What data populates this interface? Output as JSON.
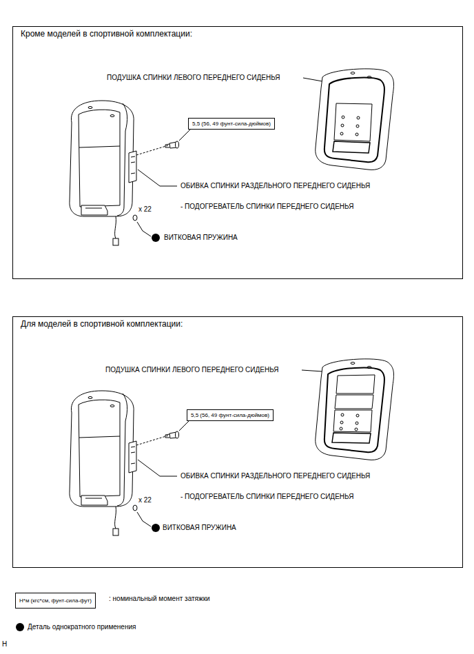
{
  "diagram": {
    "nodes": [
      {
        "text": [
          "Кроме моделей в спортивной комплектации:"
        ]
      },
      {
        "text": [
          "5,5 (56, 49 фунт-сила-дюймов)"
        ],
        "in": 0
      },
      {
        "text": [
          "Для моделей в спортивной комплектации:"
        ]
      },
      {
        "text": [
          "5,5 (56, 49 фунт-сила-дюймов)"
        ],
        "in": 2
      },
      {
        "text": [
          "Н*м (кгс*см, фунт-сила-фут)"
        ]
      }
    ],
    "labels": [
      "ПОДУШКА СПИНКИ ЛЕВОГО ПЕРЕДНЕГО СИДЕНЬЯ",
      "ОБИВКА СПИНКИ РАЗДЕЛЬНОГО ПЕРЕДНЕГО СИДЕНЬЯ",
      "- ПОДОГРЕВАТЕЛЬ СПИНКИ ПЕРЕДНЕГО СИДЕНЬЯ",
      "x 22",
      "ВИТКОВАЯ ПРУЖИНА",
      "ПОДУШКА СПИНКИ ЛЕВОГО ПЕРЕДНЕГО СИДЕНЬЯ",
      "ОБИВКА СПИНКИ РАЗДЕЛЬНОГО ПЕРЕДНЕГО СИДЕНЬЯ",
      "- ПОДОГРЕВАТЕЛЬ СПИНКИ ПЕРЕДНЕГО СИДЕНЬЯ",
      "x 22",
      "ВИТКОВАЯ ПРУЖИНА",
      "H"
    ],
    "legend": [
      {
        "text": ": номинальный момент затяжки"
      },
      {
        "text": "Деталь однократного применения",
        "color": "#000000"
      }
    ]
  }
}
